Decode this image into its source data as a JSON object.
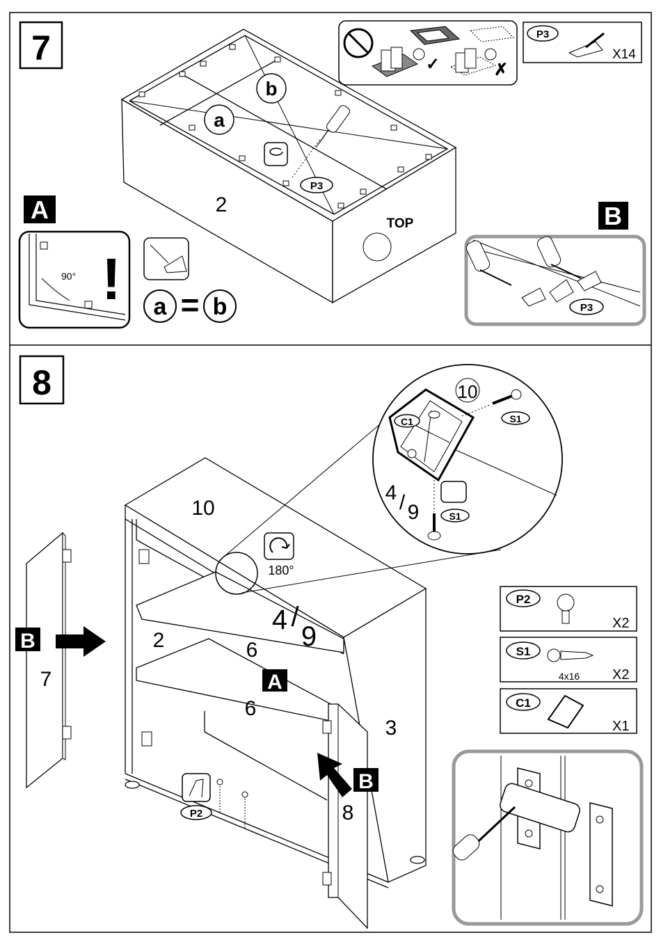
{
  "step7": {
    "number": "7",
    "letter_a": "a",
    "letter_b": "b",
    "part_top_label": "2",
    "top_label": "TOP",
    "callout_p3": "P3",
    "detail_a_tag": "A",
    "angle_label": "90°",
    "exclamation": "!",
    "eq_a": "a",
    "eq_sign": "=",
    "eq_b": "b",
    "detail_b_tag": "B",
    "detail_b_p3": "P3",
    "hardware": {
      "code": "P3",
      "qty": "X14"
    }
  },
  "step8": {
    "number": "8",
    "labels": {
      "top_panel": "10",
      "side_left": "2",
      "side_right": "3",
      "shelf_upper": "6",
      "shelf_lower": "6",
      "back_panel_a": "4",
      "back_panel_b": "9",
      "door_left": "7",
      "door_right": "8",
      "rotate": "180°",
      "tag_a": "A",
      "tag_b_left": "B",
      "tag_b_right": "B",
      "p2": "P2"
    },
    "zoom": {
      "part_top": "10",
      "c1": "C1",
      "s1_top": "S1",
      "s1_bottom": "S1",
      "part_a": "4",
      "part_b": "9"
    },
    "hardware": [
      {
        "code": "P2",
        "qty": "X2",
        "size": ""
      },
      {
        "code": "S1",
        "qty": "X2",
        "size": "4x16"
      },
      {
        "code": "C1",
        "qty": "X1",
        "size": ""
      }
    ]
  }
}
